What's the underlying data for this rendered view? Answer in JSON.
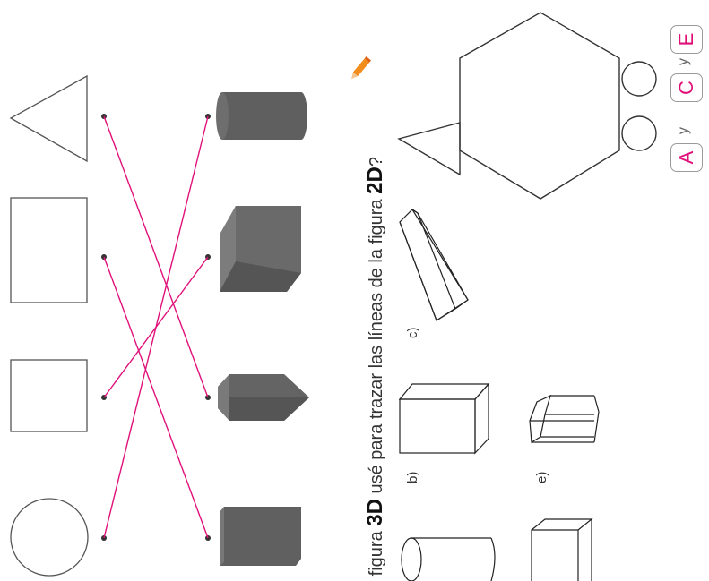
{
  "question": {
    "prefix": "e figura ",
    "bold1": "3D",
    "mid": " usé para trazar las líneas de la figura ",
    "bold2": "2D",
    "suffix": "?"
  },
  "option_labels": {
    "b": "b)",
    "c": "c)",
    "e": "e)"
  },
  "answer": {
    "first": "A",
    "and1": "y",
    "second": "C",
    "and2": "y",
    "third": "E"
  },
  "colors": {
    "match_line": "#e0107a",
    "pencil": "#f28c1a",
    "answer_letter": "#e0107a"
  },
  "icons": [
    "pencil-icon"
  ]
}
